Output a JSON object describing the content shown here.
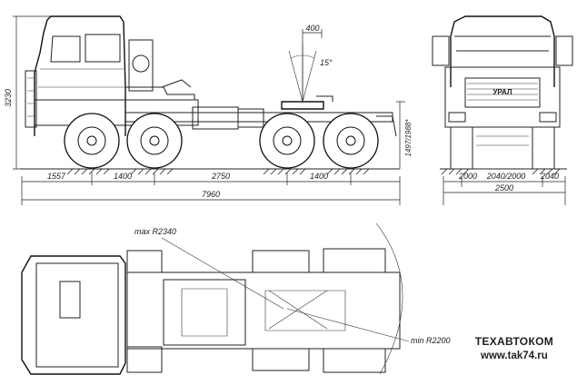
{
  "side_view": {
    "height_total": "3230",
    "kingpin_offset": "400",
    "tilt_angle": "15°",
    "fifth_wheel_height": "1497/1988*",
    "front_overhang": "1557",
    "wheelbase_front": "1400",
    "wheelbase_mid": "2750",
    "wheelbase_rear": "1400",
    "overall_length": "7960"
  },
  "front_view": {
    "grille_badge": "УРАЛ",
    "track_labels": [
      "2000",
      "2040/2000",
      "2040"
    ],
    "overall_width": "2500"
  },
  "top_view": {
    "max_turn_radius": "max R2340",
    "min_turn_radius": "min R2200"
  },
  "brand": {
    "name": "ТЕХАВТОКОМ",
    "url": "www.tak74.ru"
  }
}
